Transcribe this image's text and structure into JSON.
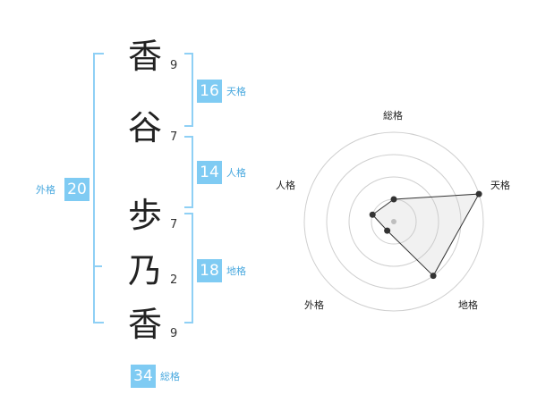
{
  "name_chars": [
    {
      "char": "香",
      "strokes": "9"
    },
    {
      "char": "谷",
      "strokes": "7"
    },
    {
      "char": "歩",
      "strokes": "7"
    },
    {
      "char": "乃",
      "strokes": "2"
    },
    {
      "char": "香",
      "strokes": "9"
    }
  ],
  "scores": {
    "tenkaku": {
      "label": "天格",
      "value": "16"
    },
    "jinkaku": {
      "label": "人格",
      "value": "14"
    },
    "chikaku": {
      "label": "地格",
      "value": "18"
    },
    "gaikaku": {
      "label": "外格",
      "value": "20"
    },
    "soukaku": {
      "label": "総格",
      "value": "34"
    }
  },
  "radar": {
    "axes": [
      "総格",
      "天格",
      "地格",
      "外格",
      "人格"
    ],
    "levels": 4,
    "values": [
      1,
      4,
      3,
      0.5,
      1
    ],
    "max": 4
  },
  "colors": {
    "accent": "#7fcbf3",
    "accent_text": "#4aa9df",
    "bracket": "#8fd0f5"
  }
}
